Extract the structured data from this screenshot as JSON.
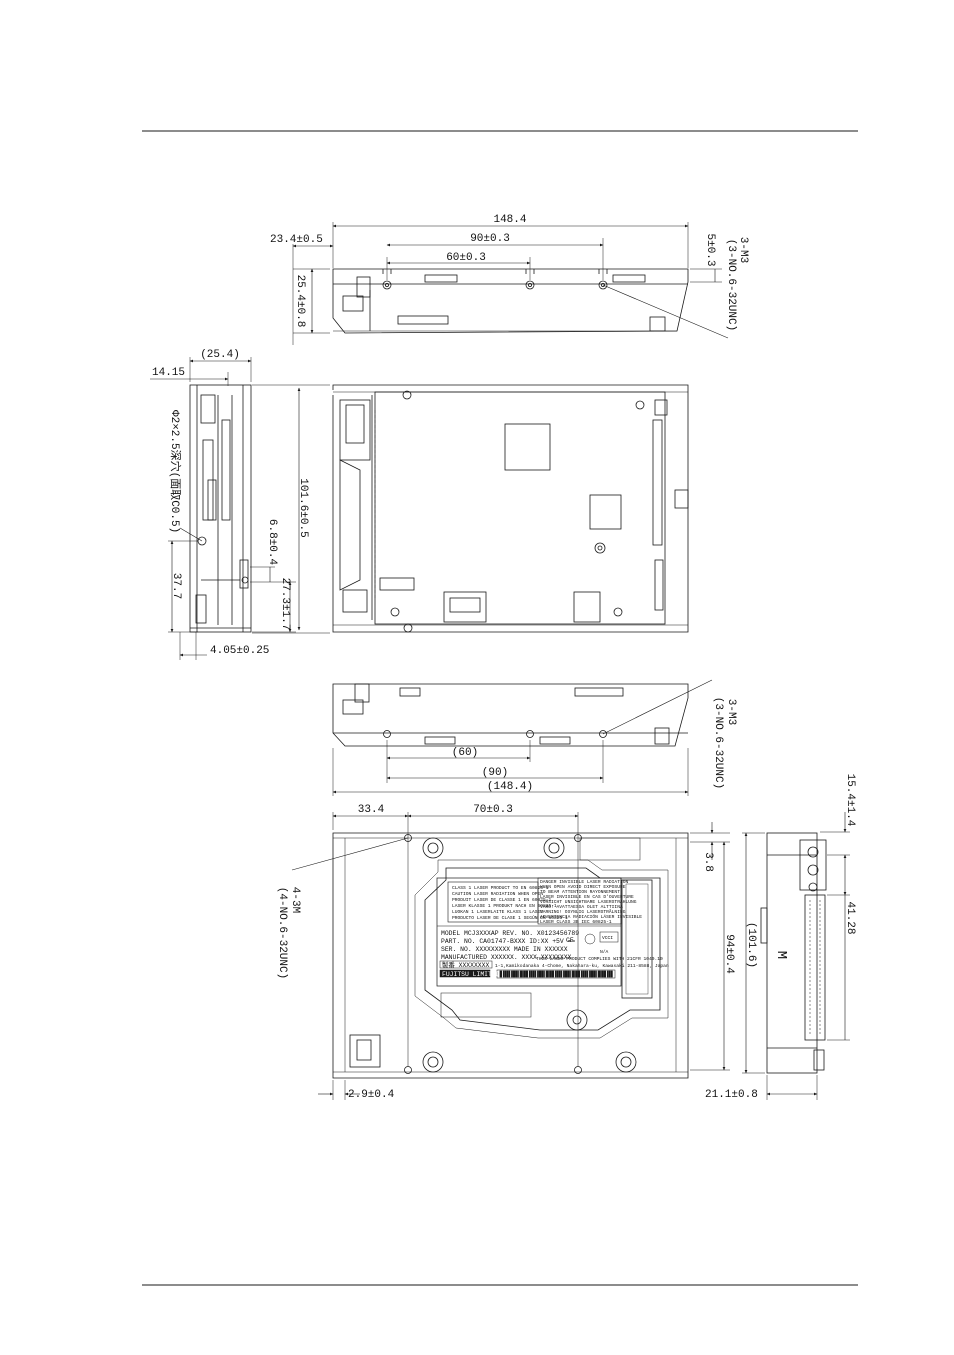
{
  "drawing": {
    "colors": {
      "line": "#1a1a1a",
      "paper": "#ffffff"
    },
    "views": {
      "top": {
        "dims": {
          "total_length": "148.4",
          "front_offset": "23.4±0.5",
          "hole_pitch_90": "90±0.3",
          "hole_pitch_60": "60±0.3",
          "height": "25.4±0.8",
          "edge_5": "5±0.3"
        },
        "callout_line1": "3-M3",
        "callout_line2": "(3-NO.6-32UNC)"
      },
      "side": {
        "dims": {
          "width": "(25.4)",
          "d_14_15": "14.15",
          "hole_note": "Φ2×2.5深穴(面取C0.5)",
          "d_37_7": "37.7",
          "d_6_8": "6.8±0.4",
          "d_27_3": "27.3±1.7",
          "d_4_05": "4.05±0.25",
          "length_101_6": "101.6±0.5"
        }
      },
      "bottom_side": {
        "dims": {
          "d_60": "(60)",
          "d_90": "(90)",
          "d_148_4": "(148.4)"
        },
        "callout_line1": "3-M3",
        "callout_line2": "(3-NO.6-32UNC)"
      },
      "bottom": {
        "dims": {
          "d_33_4": "33.4",
          "d_70": "70±0.3",
          "d_3_8": "3.8",
          "d_94": "94±0.4",
          "d_2_9": "2.9±0.4"
        },
        "callout_line1": "4-3M",
        "callout_line2": "(4-NO.6-32UNC)",
        "label": {
          "caution": [
            "CLASS 1 LASER PRODUCT TO EN 60825-1",
            "CAUTION LASER RADIATION WHEN OPEN",
            "PRODUIT LASER DE CLASSE 1 EN 60825-1",
            "LASER KLASSE 1 PRODUKT NACH EN 60825-1",
            "LUOKAN 1 LASERLAITE  KLASS 1 LASER",
            "PRODUCTO LASER DE CLASE 1 SEGÚN EN 60825-1"
          ],
          "danger": [
            "DANGER  INVISIBLE LASER RADIATION",
            "WHEN OPEN AVOID DIRECT EXPOSURE",
            "TO BEAM  ATTENTION RAYONNEMENT",
            "LASER INVISIBLE EN CAS D'OUVERTURE",
            "VORSICHT UNSICHTBARE LASERSTRAHLUNG",
            "VARO! AVATTAESSA OLET ALTTIINA",
            "VARNING! OSYNLIG LASERSTRÅLNING",
            "ADVERTENCIA RADIACIÓN LÁSER INVISIBLE",
            "LASER CLASS 3B  IEC 60825-1"
          ],
          "model": "MODEL MCJ3XXXAP  REV. NO.  X0123456789",
          "part": "PART. NO.  CA01747-BXXX  ID:XX   +5V ==",
          "ser": "SER. NO.  XXXXXXXXX     MADE IN XXXXXX",
          "mfd": "MANUFACTURED XXXXXX.  XXXX XXXXXXXX",
          "jp": "製番 XXXXXXXX",
          "address": "1-1,Kamikodanaka 4-Chome, Nakahara-ku, Kawasaki 211-8588, Japan",
          "compliance": "THIS LASER PRODUCT COMPLIES WITH 21CFR 1040.10",
          "brand": "FUJITSU LIMITED",
          "ce": "CE",
          "vcci": "VCCI",
          "nc": "N/A"
        }
      },
      "rear": {
        "dims": {
          "d_15_4": "15.4±1.4",
          "d_41_28": "41.28",
          "d_101_6": "(101.6)",
          "d_21_1": "21.1±0.8"
        },
        "marker": "M"
      }
    }
  }
}
